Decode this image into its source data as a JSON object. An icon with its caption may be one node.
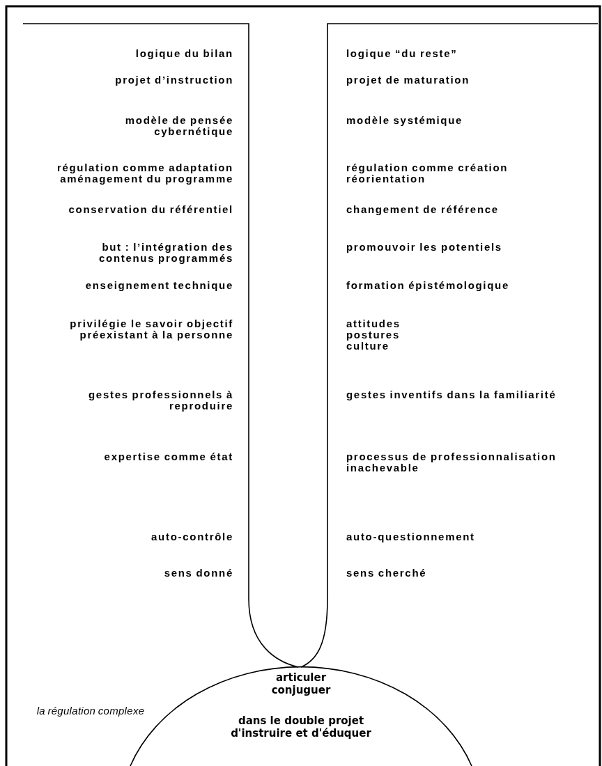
{
  "diagram": {
    "nodes": [
      {
        "text": [
          "articuler conjuguer",
          "dans le double projet d'instruire et d'éduquer"
        ]
      }
    ],
    "edges": [],
    "labels": [
      "logique du bilan",
      "logique “du reste”",
      "projet d’instruction",
      "projet de maturation",
      "modèle de pensée cybernétique",
      "modèle systémique",
      "régulation comme adaptation aménagement du programme",
      "régulation comme création réorientation",
      "conservation du référentiel",
      "changement de référence",
      "but : l’intégration des contenus programmés",
      "promouvoir les potentiels",
      "enseignement technique",
      "formation épistémologique",
      "privilégie le savoir objectif préexistant à la personne",
      "attitudes postures culture",
      "gestes professionnels à reproduire",
      "gestes inventifs dans la familiarité",
      "expertise comme état",
      "processus de professionnalisation inachevable",
      "auto-contrôle",
      "auto-questionnement",
      "sens donné",
      "sens cherché",
      "la régulation complexe"
    ]
  }
}
